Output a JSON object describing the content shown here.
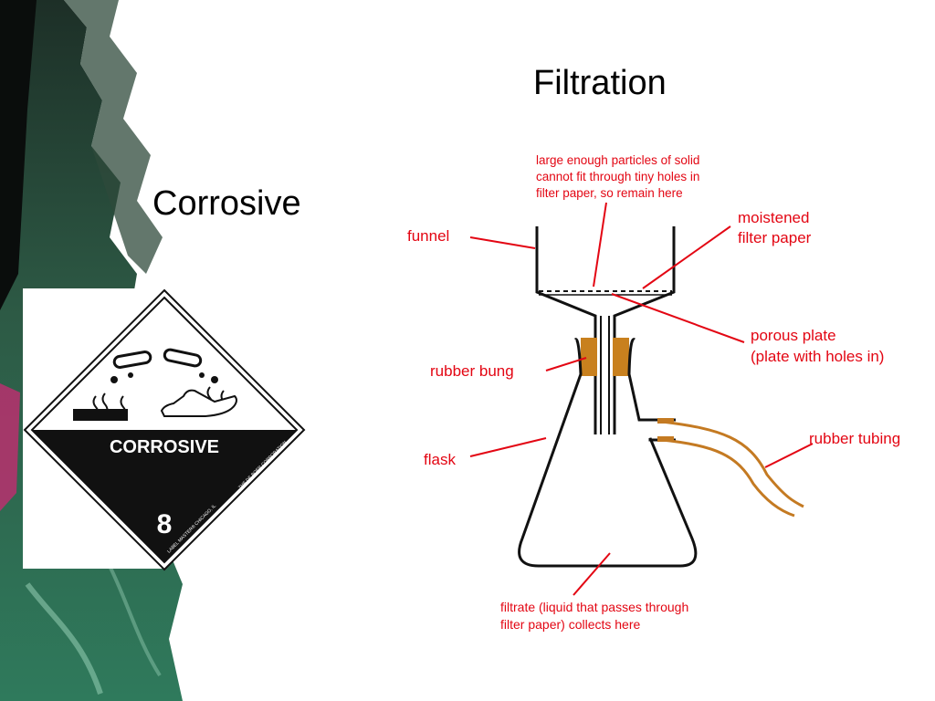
{
  "slide": {
    "title_left": "Corrosive",
    "title_right": "Filtration"
  },
  "placard": {
    "word": "CORROSIVE",
    "class_number": "8",
    "fine_print_1": "LABEL MASTER® CHICAGO, IL",
    "fine_print_2": "THE DE BOER CORPORATION"
  },
  "diagram": {
    "labels": {
      "particles_1": "large enough particles of solid",
      "particles_2": "cannot fit through tiny holes in",
      "particles_3": "filter paper, so remain here",
      "funnel": "funnel",
      "moistened_1": "moistened",
      "moistened_2": "filter paper",
      "porous_1": "porous plate",
      "porous_2": "(plate with holes in)",
      "bung": "rubber bung",
      "tubing": "rubber tubing",
      "flask": "flask",
      "filtrate_1": "filtrate (liquid that passes through",
      "filtrate_2": "filter paper) collects here"
    }
  },
  "colors": {
    "label_red": "#e30613",
    "bung_orange": "#c8801e",
    "tubing_orange": "#c47a22",
    "outline_black": "#111111"
  }
}
